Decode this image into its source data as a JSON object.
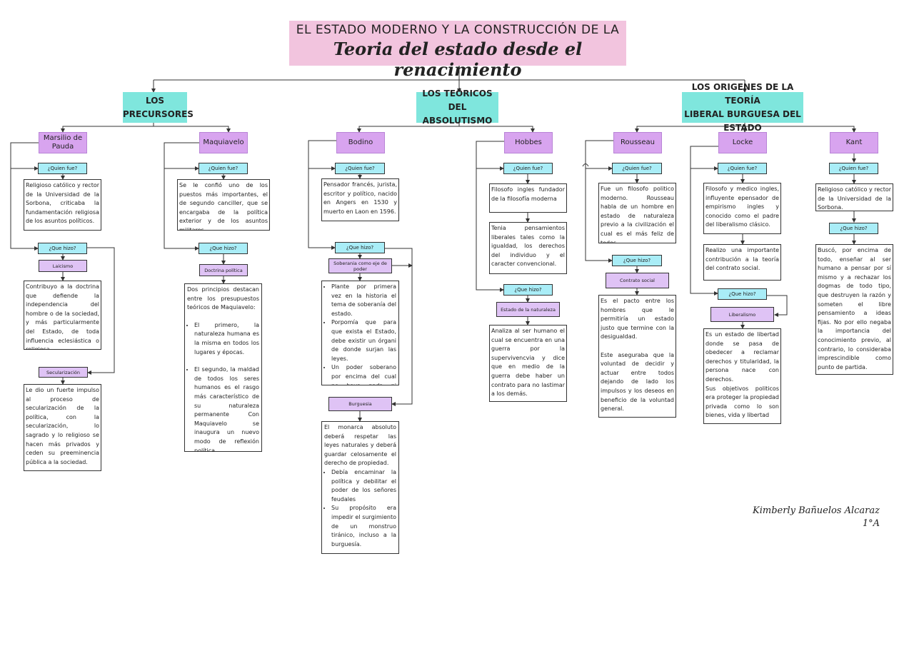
{
  "title": {
    "line1": "EL ESTADO MODERNO Y LA CONSTRUCCIÓN DE LA",
    "line2": "Teoria del estado desde el renacimiento"
  },
  "categories": {
    "precursores": "LOS\nPRECURSORES",
    "absolutismo": "LOS TEÓRICOS DEL\nABSOLUTISMO",
    "liberal": "LOS ORIGENES DE LA TEORÍA\nLIBERAL BURGUESA DEL ESTADO"
  },
  "labels": {
    "quien": "¿Quien fue?",
    "que": "¿Que hizo?"
  },
  "marsilio": {
    "name": "Marsilio de Pauda",
    "quien": "Religioso católico y rector de la Universidad de la Sorbona, criticaba la fundamentación religiosa de los asuntos políticos.",
    "laicismo_label": "Laicismo",
    "laicismo": "Contribuyo a la doctrina que defiende la independencia del hombre o de la sociedad, y más particularmente del Estado, de toda influencia eclesiástica o religiosa.",
    "secular_label": "Secularización",
    "secular": "Le dio un fuerte impulso al proceso de secularización de la política, con la secularización, lo sagrado y lo religioso se hacen más privados y ceden su preeminencia pública a la sociedad."
  },
  "maquiavelo": {
    "name": "Maquiavelo",
    "quien": "Se le confió uno de los puestos más importantes, el de segundo canciller, que se encargaba de la política exterior y de los asuntos militares.",
    "doctrina_label": "Doctrina política",
    "doctrina_intro": "Dos principios destacan entre los presupuestos teóricos de Maquiavelo:",
    "doctrina_items": [
      "El primero, la naturaleza humana es la misma en todos los lugares y épocas.",
      "El segundo, la maldad de todos los seres humanos es el rasgo más característico de su naturaleza permanente Con Maquiavelo se inaugura un nuevo modo de reflexión política"
    ]
  },
  "bodino": {
    "name": "Bodino",
    "quien": "Pensador francés, jurista, escritor y político, nacido en Angers en 1530 y muerto en Laon en 1596.",
    "soberania_label": "Soberania como eje de poder",
    "soberania_items": [
      "Plante por primera vez en la historia el tema de soberanía del estado.",
      "Porpomía que para que exista el Estado, debe existir un órgani de donde surjan las leyes.",
      "Un poder soberano por encima del cual no haya nada ni nadie."
    ],
    "burguesia_label": "Burguesia",
    "burguesia_intro": "El monarca absoluto deberá respetar las leyes naturales y deberá guardar celosamente el derecho de propiedad.",
    "burguesia_items": [
      "Debía encaminar la política y debilitar el poder de los señores feudales",
      "Su propósito era impedir el surgimiento de un monstruo tiránico, incluso a la burguesía."
    ]
  },
  "hobbes": {
    "name": "Hobbes",
    "quien1": "Filosofo ingles fundador de la filosofía moderna",
    "quien2": "Tenia pensamientos liberales tales como la igualdad, los derechos del individuo y el caracter convencional.",
    "estado_label": "Estado de la naturaleza",
    "estado": "Analiza al ser humano el cual se encuentra en una guerra por la supervivencvia y dice que en medio de la guerra debe haber un contrato para no lastimar a los demás."
  },
  "rousseau": {
    "name": "Rousseau",
    "quien": "Fue un filosofo politico moderno. Rousseau habla de un hombre en estado de naturaleza previo a la civilización el cual es el más feliz de todos.",
    "contrato_label": "Contrato social",
    "contrato": "Es el pacto entre los hombres que le permitiría un estado justo que termine con la desigualdad.\n\nEste aseguraba que la voluntad de decidir y actuar entre todos dejando de lado los impulsos y los deseos en beneficio de la voluntad general."
  },
  "locke": {
    "name": "Locke",
    "quien1": "Filosofo y medico ingles, influyente epensador de empirismo ingles y conocido como el padre del liberalismo clásico.",
    "quien2": "Realizo una importante contribución a la teoría del contrato social.",
    "liberalismo_label": "Liberalismo",
    "liberalismo": "Es un estado de libertad donde se pasa de obedecer a reclamar derechos y titularidad, la persona nace con derechos.\nSus objetivos politicos era proteger la propiedad privada como lo son bienes, vida y libertad"
  },
  "kant": {
    "name": "Kant",
    "quien": "Religioso católico y rector de la Universidad de la Sorbona.",
    "que": "Buscó, por encima de todo, enseñar al ser humano a pensar por sí mismo y a rechazar los dogmas de todo tipo, que destruyen la razón y someten el libre pensamiento a ideas fijas. No por ello negaba la importancia del conocimiento previo, al contrario, lo consideraba imprescindible como punto de partida."
  },
  "author": {
    "name": "Kimberly Bañuelos Alcaraz",
    "group": "1°A"
  },
  "colors": {
    "title_bg": "#f2c4de",
    "category_bg": "#7fe6dd",
    "name_bg": "#d8a4ef",
    "question_bg": "#a9edf7",
    "label_bg": "#dfc3f5"
  }
}
